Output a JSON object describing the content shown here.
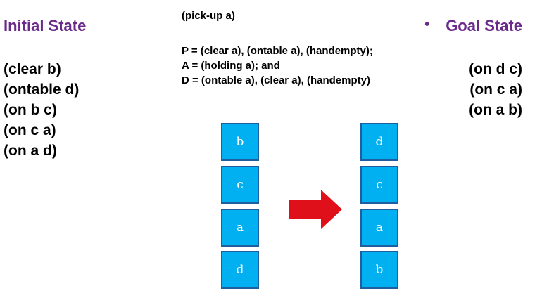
{
  "initial_state": {
    "title": "Initial State",
    "facts": [
      "(clear b)",
      "(ontable d)",
      "(on b c)",
      "(on c a)",
      "(on a d)"
    ]
  },
  "action": {
    "title": "(pick-up a)",
    "lines": [
      "P = (clear a), (ontable a), (handempty);",
      "A = (holding a); and",
      "D = (ontable a), (clear a), (handempty)"
    ]
  },
  "goal_state": {
    "title": "Goal State",
    "facts": [
      "(on d c)",
      "(on c a)",
      "(on a b)"
    ]
  },
  "initial_stack": [
    "b",
    "c",
    "a",
    "d"
  ],
  "goal_stack": [
    "d",
    "c",
    "a",
    "b"
  ],
  "colors": {
    "block_fill": "#00b0f0",
    "block_border": "#1f5f9f",
    "arrow": "#e0101a",
    "title": "#6a2a8a"
  }
}
